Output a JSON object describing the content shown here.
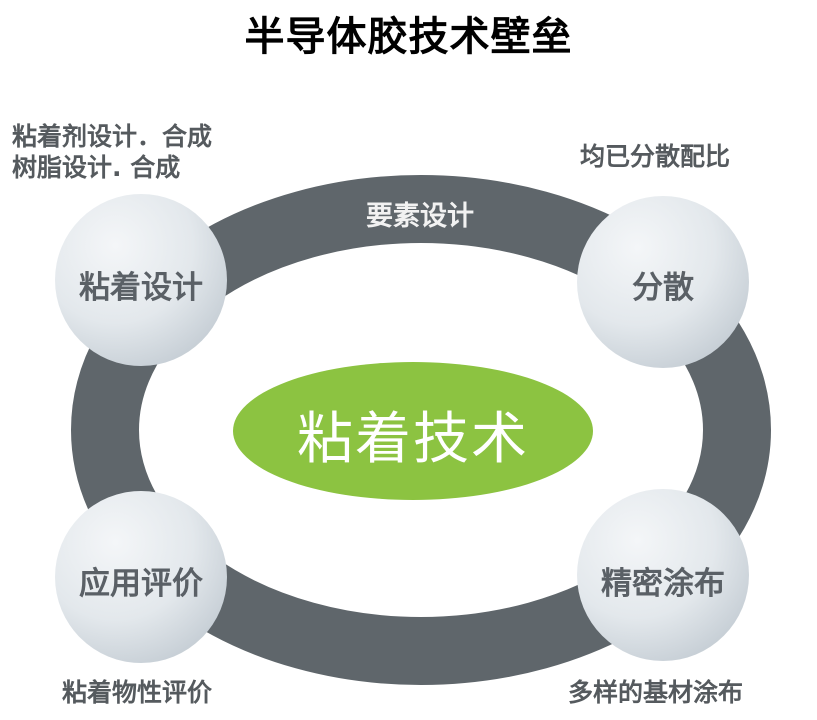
{
  "title": "半导体胶技术壁垒",
  "colors": {
    "ring": "#5f666b",
    "core": "#8cc341",
    "node_fill_light": "#eef1f4",
    "node_fill_dark": "#c9d1d8",
    "node_text": "#5a6066",
    "annotation_text": "#555a5e"
  },
  "core": {
    "label": "粘着技术"
  },
  "ring": {
    "label": "要素设计"
  },
  "nodes": [
    {
      "id": "top-left",
      "label": "粘着设计",
      "annotation": [
        "粘着剂设计．合成",
        "树脂设计. 合成"
      ]
    },
    {
      "id": "top-right",
      "label": "分散",
      "annotation": [
        "均已分散配比"
      ]
    },
    {
      "id": "bottom-left",
      "label": "应用评价",
      "annotation": [
        "粘着物性评价"
      ]
    },
    {
      "id": "bottom-right",
      "label": "精密涂布",
      "annotation": [
        "多样的基材涂布"
      ]
    }
  ]
}
